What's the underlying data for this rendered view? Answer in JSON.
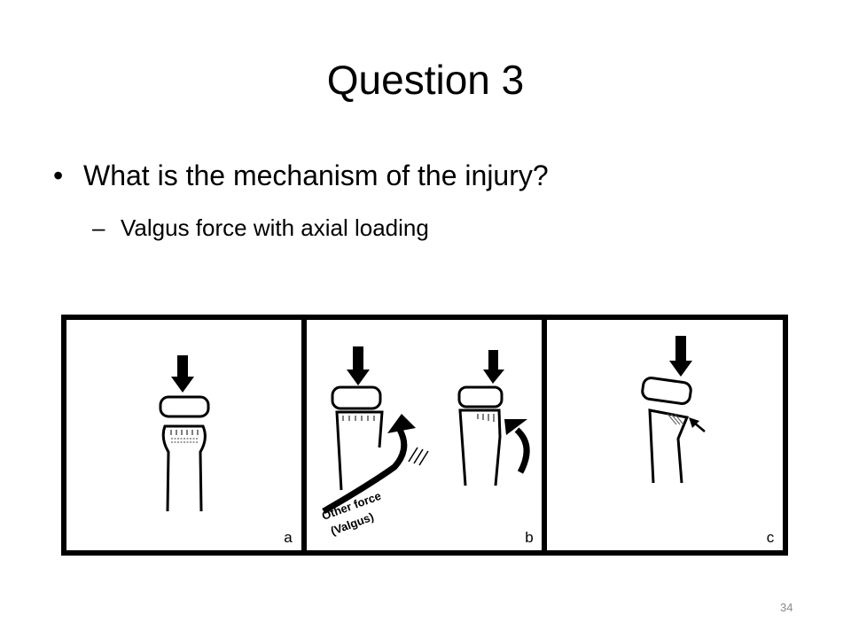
{
  "slide": {
    "title": "Question 3",
    "bullet": "What is the mechanism of the injury?",
    "sub_bullet": "Valgus force with axial loading",
    "bullet_marker": "•",
    "sub_bullet_marker": "–",
    "page_number": "34"
  },
  "figure": {
    "panels": [
      {
        "label": "a"
      },
      {
        "label": "b"
      },
      {
        "label": "c"
      }
    ],
    "force_label_line1": "Other force",
    "force_label_line2": "(Valgus)"
  }
}
